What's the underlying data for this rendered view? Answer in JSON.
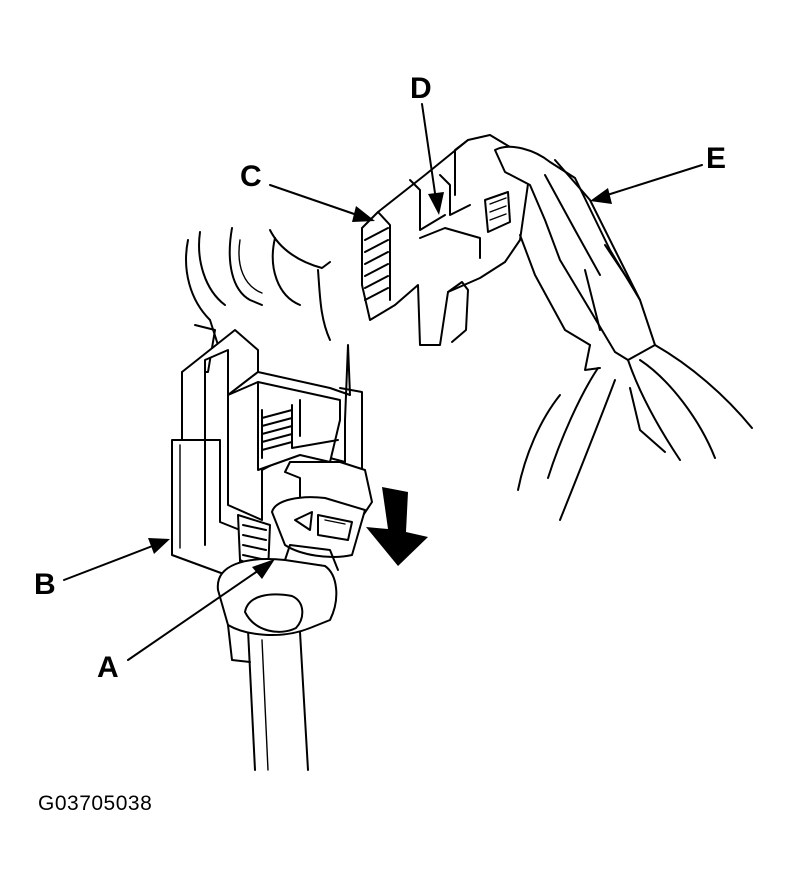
{
  "callouts": {
    "a": "A",
    "b": "B",
    "c": "C",
    "d": "D",
    "e": "E"
  },
  "figure_code": "G03705038",
  "colors": {
    "ink": "#000000",
    "paper": "#ffffff"
  }
}
